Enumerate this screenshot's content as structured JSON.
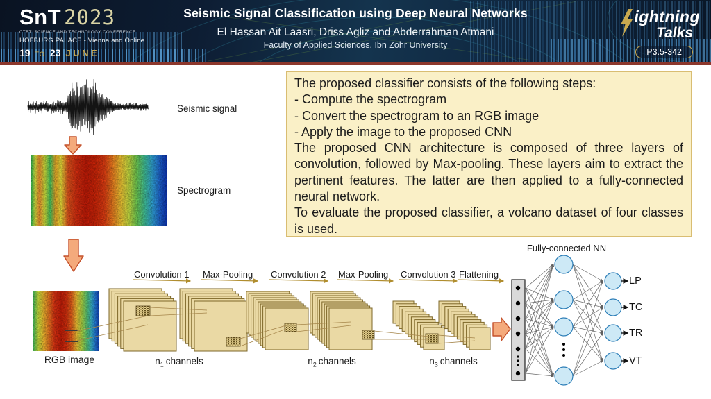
{
  "header": {
    "conference": {
      "brand": "SnT",
      "year": "2023",
      "tagline": "CTBT: SCIENCE AND TECHNOLOGY CONFERENCE",
      "venue": "HOFBURG PALACE - Vienna and Online",
      "date_day1": "19",
      "date_to": "TO",
      "date_day2": "23",
      "date_month": "JUNE"
    },
    "title": "Seismic Signal Classification using Deep Neural Networks",
    "authors": "El Hassan Ait Laasri, Driss Agliz and Abderrahman Atmani",
    "affiliation": "Faculty of Applied Sciences, Ibn Zohr University",
    "lightning": {
      "part1": "ightning",
      "part2": "Talks",
      "badge": "P3.5-342"
    }
  },
  "pipeline": {
    "seismic_label": "Seismic signal",
    "spectrogram_label": "Spectrogram",
    "rgb_label": "RGB image"
  },
  "description": {
    "intro": "The proposed classifier consists of the following steps:",
    "bullets": [
      "- Compute the spectrogram",
      "- Convert the spectrogram to an RGB image",
      "- Apply the image to the proposed CNN"
    ],
    "para1": "The proposed CNN architecture is composed of three layers of convolution, followed by Max-pooling. These layers aim to extract the pertinent features. The latter are then applied to a fully-connected neural network.",
    "para2": "To evaluate the proposed classifier, a volcano dataset of four classes is used."
  },
  "cnn": {
    "steps": [
      "Convolution 1",
      "Max-Pooling",
      "Convolution 2",
      "Max-Pooling",
      "Convolution 3",
      "Flattening"
    ],
    "channels": [
      {
        "base": "n",
        "sub": "1",
        "word": "channels"
      },
      {
        "base": "n",
        "sub": "2",
        "word": "channels"
      },
      {
        "base": "n",
        "sub": "3",
        "word": "channels"
      }
    ],
    "fc_title": "Fully-connected NN",
    "outputs": [
      "LP",
      "TC",
      "TR",
      "VT"
    ]
  },
  "colors": {
    "accent_gold": "#c9a94f",
    "header_bg": "#0d1d33",
    "divider_maroon": "#8c372c",
    "box_bg": "#faf0c7",
    "box_border": "#d9bd72",
    "stack_fill": "#ead9a4",
    "stack_border": "#7d6728",
    "arrow_fill": "#f4aa7c",
    "arrow_stroke": "#c4502a",
    "node_fill": "#cde9f6",
    "node_stroke": "#2e7fb8",
    "connector_tan": "#a5854a"
  }
}
